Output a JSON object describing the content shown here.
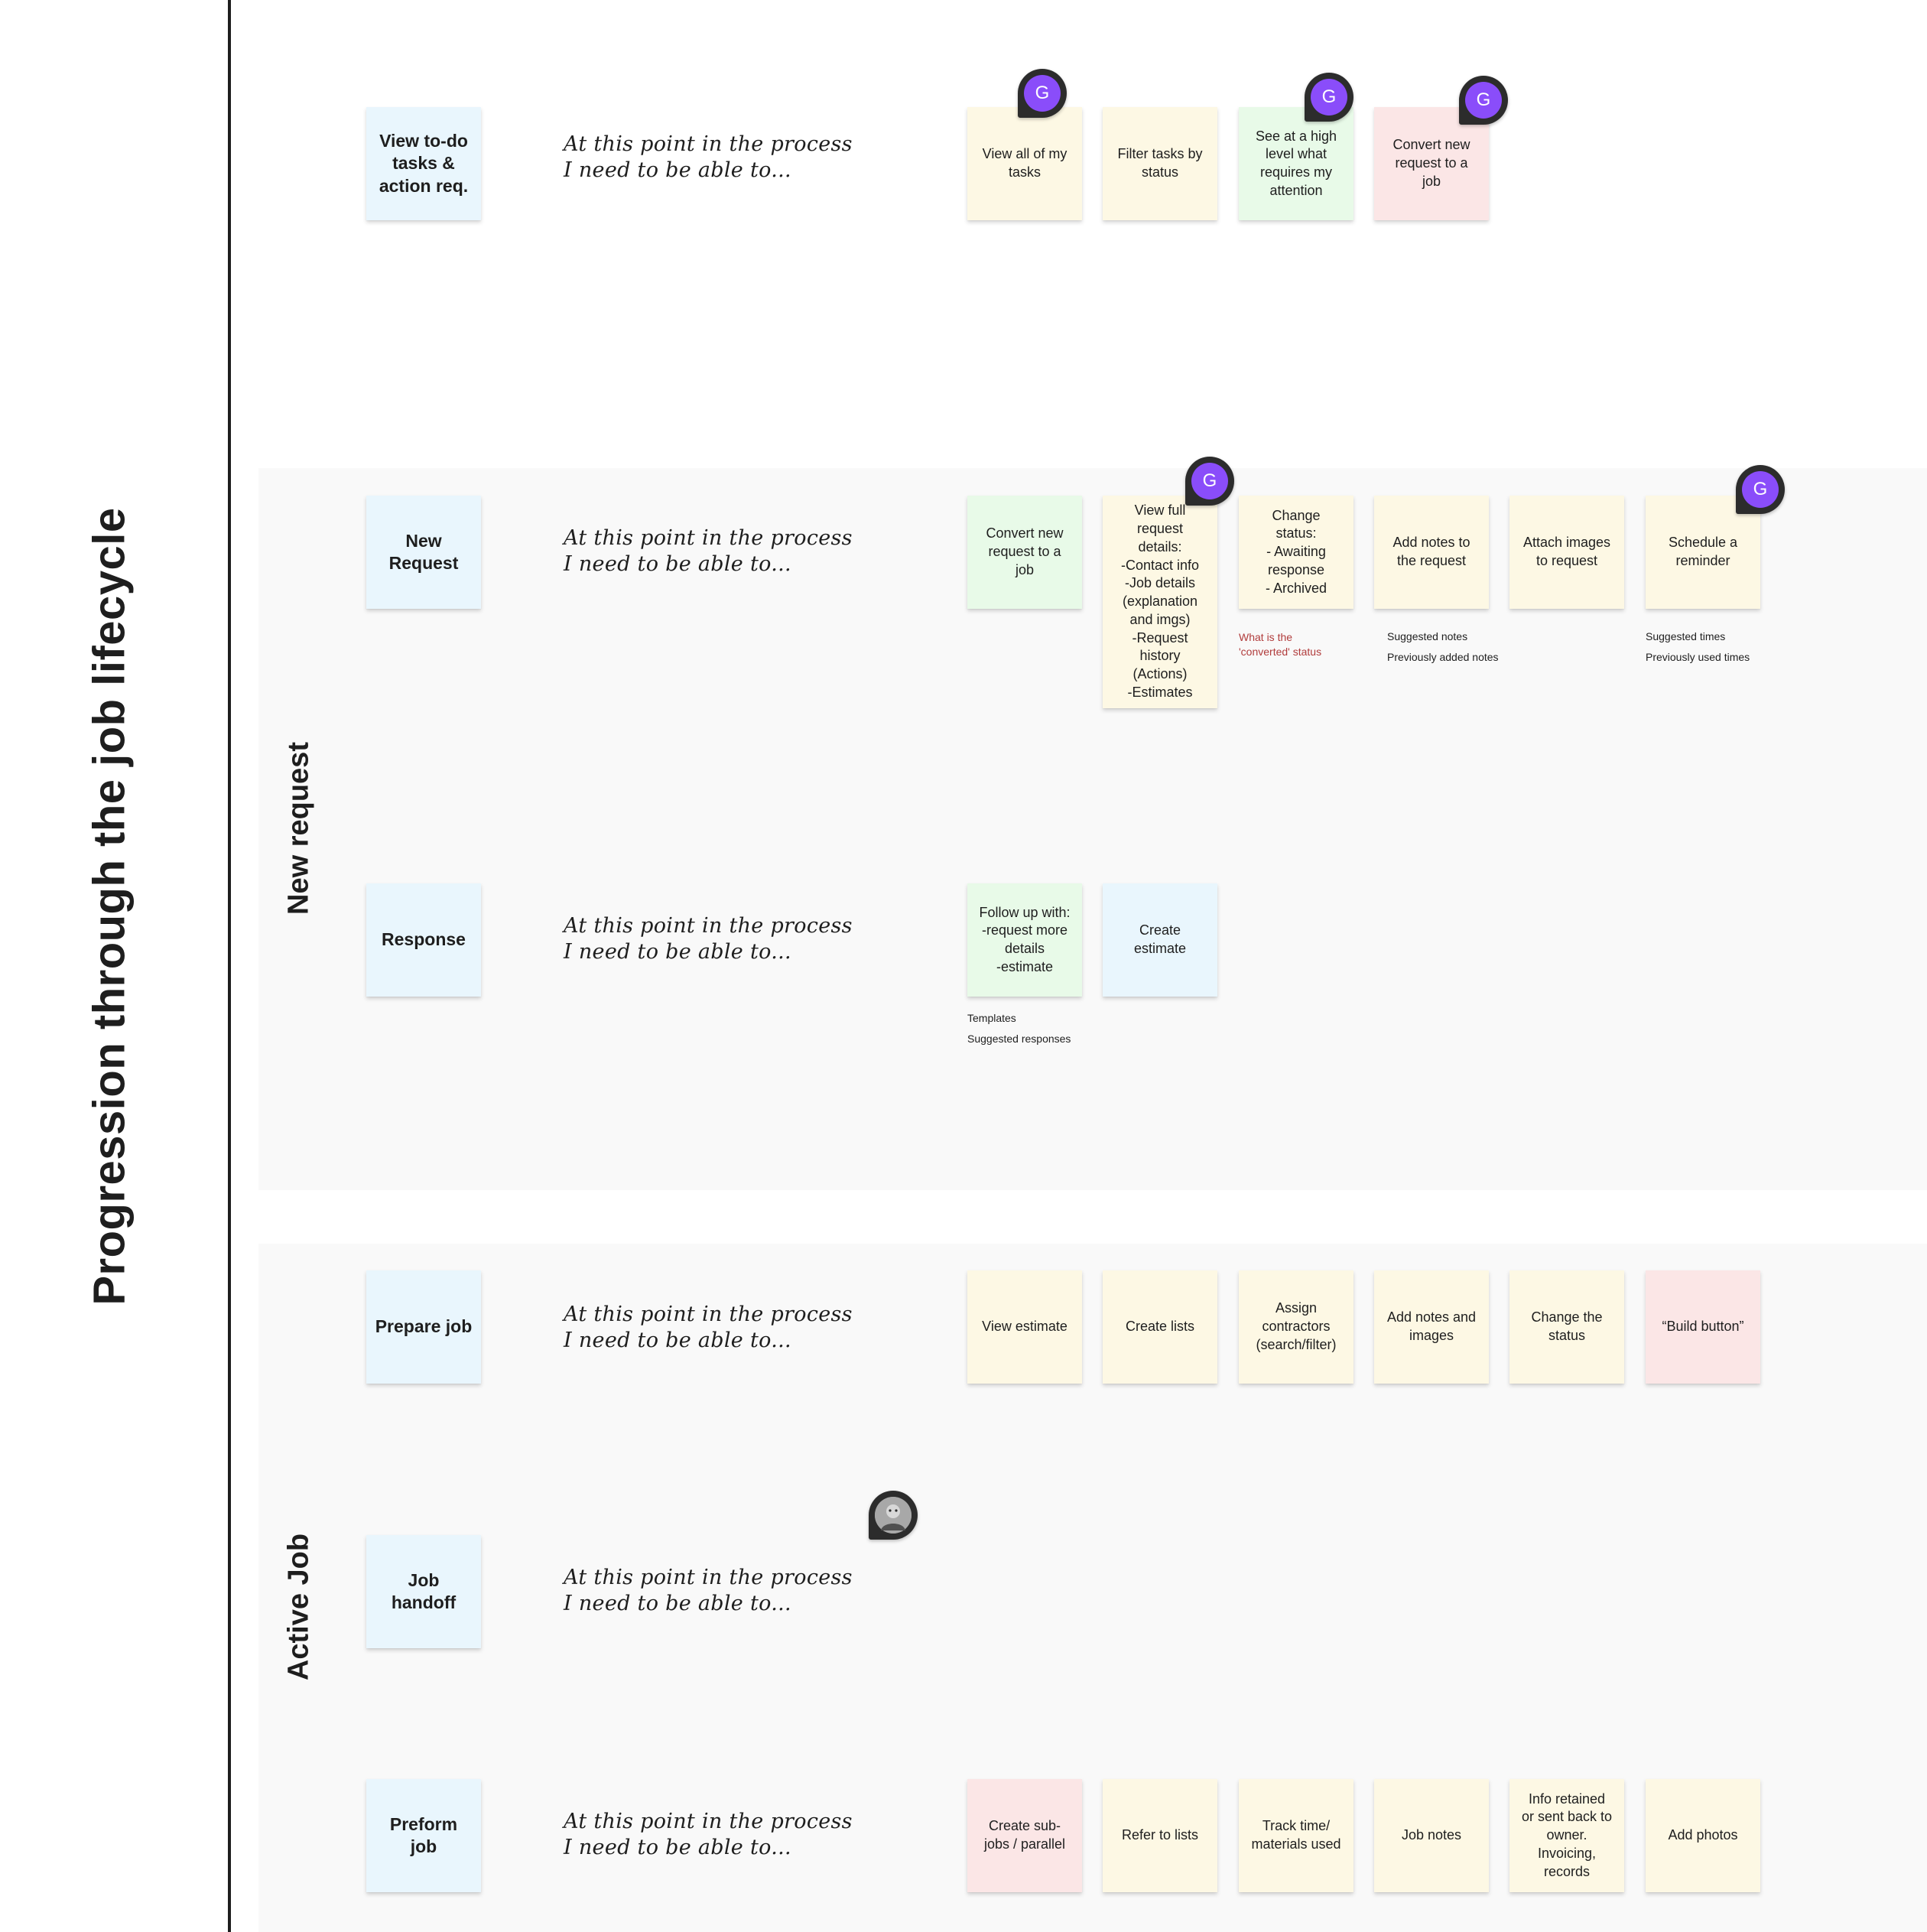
{
  "board": {
    "title": "Progression through the job lifecycle"
  },
  "prompt_text": "At this point in the process\nI need to be able to...",
  "sections": [
    {
      "title": "New request"
    },
    {
      "title": "Active Job"
    }
  ],
  "rows": [
    {
      "stage": "View to-do\ntasks &\naction req.",
      "stickies": [
        {
          "text": "View all of my\ntasks",
          "color": "yellow"
        },
        {
          "text": "Filter tasks by\nstatus",
          "color": "yellow"
        },
        {
          "text": "See at a high\nlevel what\nrequires my\nattention",
          "color": "green"
        },
        {
          "text": "Convert new\nrequest to a\njob",
          "color": "red"
        }
      ]
    },
    {
      "stage": "New\nRequest",
      "stickies": [
        {
          "text": "Convert new\nrequest to a\njob",
          "color": "green"
        },
        {
          "text": "View full\nrequest\ndetails:\n-Contact info\n-Job details\n(explanation\nand imgs)\n-Request\nhistory\n(Actions)\n-Estimates",
          "color": "yellow"
        },
        {
          "text": "Change\nstatus:\n- Awaiting\nresponse\n- Archived",
          "color": "yellow"
        },
        {
          "text": "Add notes to\nthe request",
          "color": "yellow"
        },
        {
          "text": "Attach images\nto request",
          "color": "yellow"
        },
        {
          "text": "Schedule a\nreminder",
          "color": "yellow"
        }
      ],
      "notes": [
        "What is the\n'converted' status",
        "Suggested notes\nPreviously added notes",
        "Suggested times\nPreviously used times"
      ]
    },
    {
      "stage": "Response",
      "stickies": [
        {
          "text": "Follow up with:\n-request more\ndetails\n-estimate",
          "color": "green"
        },
        {
          "text": "Create\nestimate",
          "color": "blue"
        }
      ],
      "notes": [
        "Templates\nSuggested responses"
      ]
    },
    {
      "stage": "Prepare job",
      "stickies": [
        {
          "text": "View estimate",
          "color": "yellow"
        },
        {
          "text": "Create lists",
          "color": "yellow"
        },
        {
          "text": "Assign\ncontractors\n(search/filter)",
          "color": "yellow"
        },
        {
          "text": "Add notes and\nimages",
          "color": "yellow"
        },
        {
          "text": "Change the\nstatus",
          "color": "yellow"
        },
        {
          "text": "“Build button”",
          "color": "red"
        }
      ]
    },
    {
      "stage": "Job\nhandoff",
      "stickies": []
    },
    {
      "stage": "Preform\njob",
      "stickies": [
        {
          "text": "Create sub-\njobs / parallel",
          "color": "red"
        },
        {
          "text": "Refer to lists",
          "color": "yellow"
        },
        {
          "text": "Track time/\nmaterials used",
          "color": "yellow"
        },
        {
          "text": "Job notes",
          "color": "yellow"
        },
        {
          "text": "Info retained\nor sent back to\nowner.\nInvoicing,\nrecords",
          "color": "yellow"
        },
        {
          "text": "Add photos",
          "color": "yellow"
        }
      ]
    }
  ],
  "avatar_initial": "G",
  "colors": {
    "blue": "#e9f6fd",
    "yellow": "#fdf8e4",
    "green": "#e8fae8",
    "red": "#fbe6e6",
    "avatar": "#8a4dfa",
    "note_red": "#b13c3c"
  }
}
